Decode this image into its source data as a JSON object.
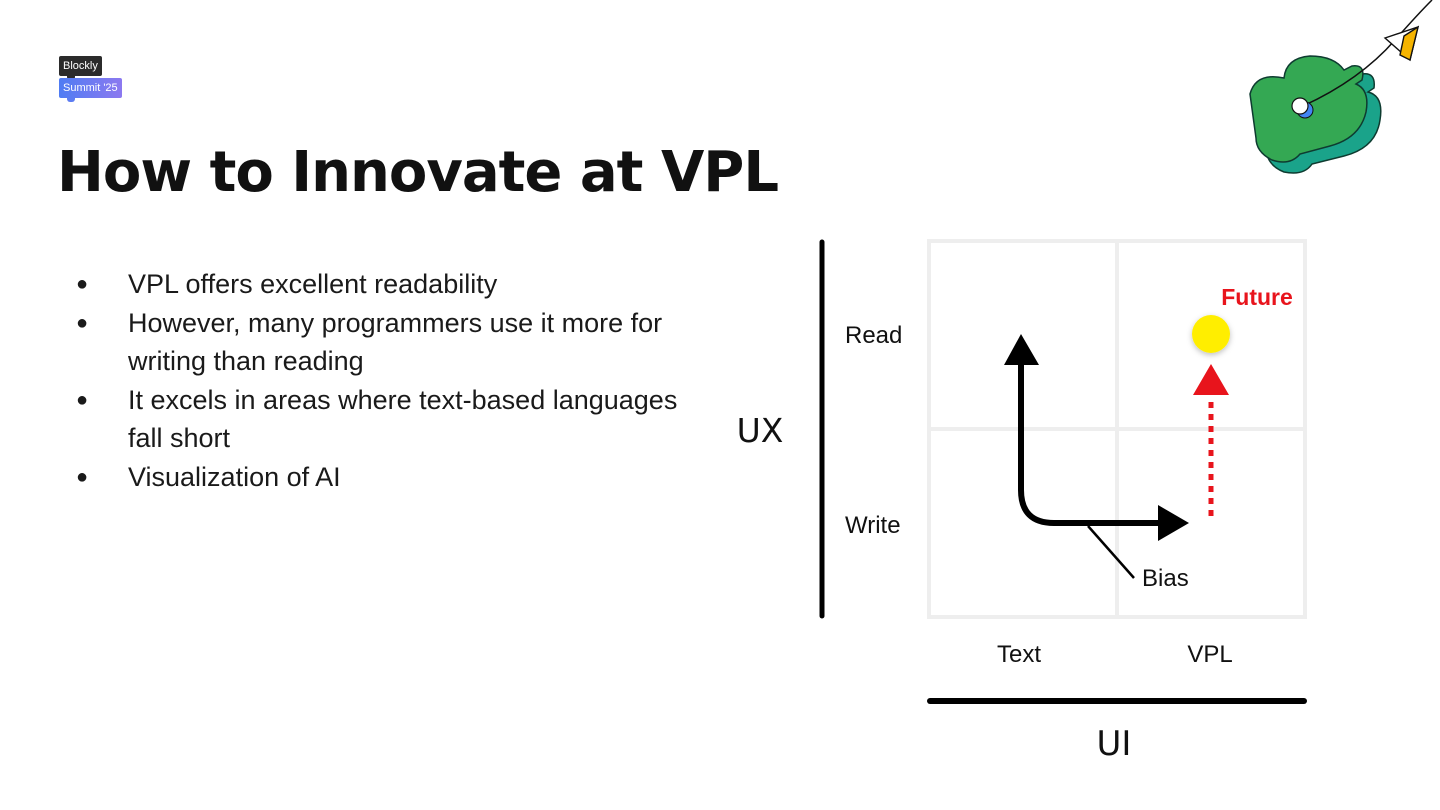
{
  "logo": {
    "line1": "Blockly",
    "line2": "Summit '25"
  },
  "title": "How to Innovate at VPL",
  "bullets": [
    {
      "text": "VPL offers excellent readability"
    },
    {
      "text": "However, many programmers use it more for writing than reading"
    },
    {
      "text": "It excels in areas where text-based languages fall short"
    },
    {
      "text": "Visualization of AI"
    }
  ],
  "bullet_symbol": "●",
  "diagram": {
    "y_axis_title": "UX",
    "x_axis_title": "UI",
    "row_labels": [
      "Read",
      "Write"
    ],
    "col_labels": [
      "Text",
      "VPL"
    ],
    "bias_label": "Bias",
    "future_label": "Future",
    "colors": {
      "grid": "#eeeeee",
      "axis": "#000000",
      "future": "#e8141c",
      "future_dot": "#ffee00"
    }
  },
  "icons": {
    "mascot": "blockly-puzzle-mascot-icon",
    "plane": "paper-plane-icon"
  }
}
